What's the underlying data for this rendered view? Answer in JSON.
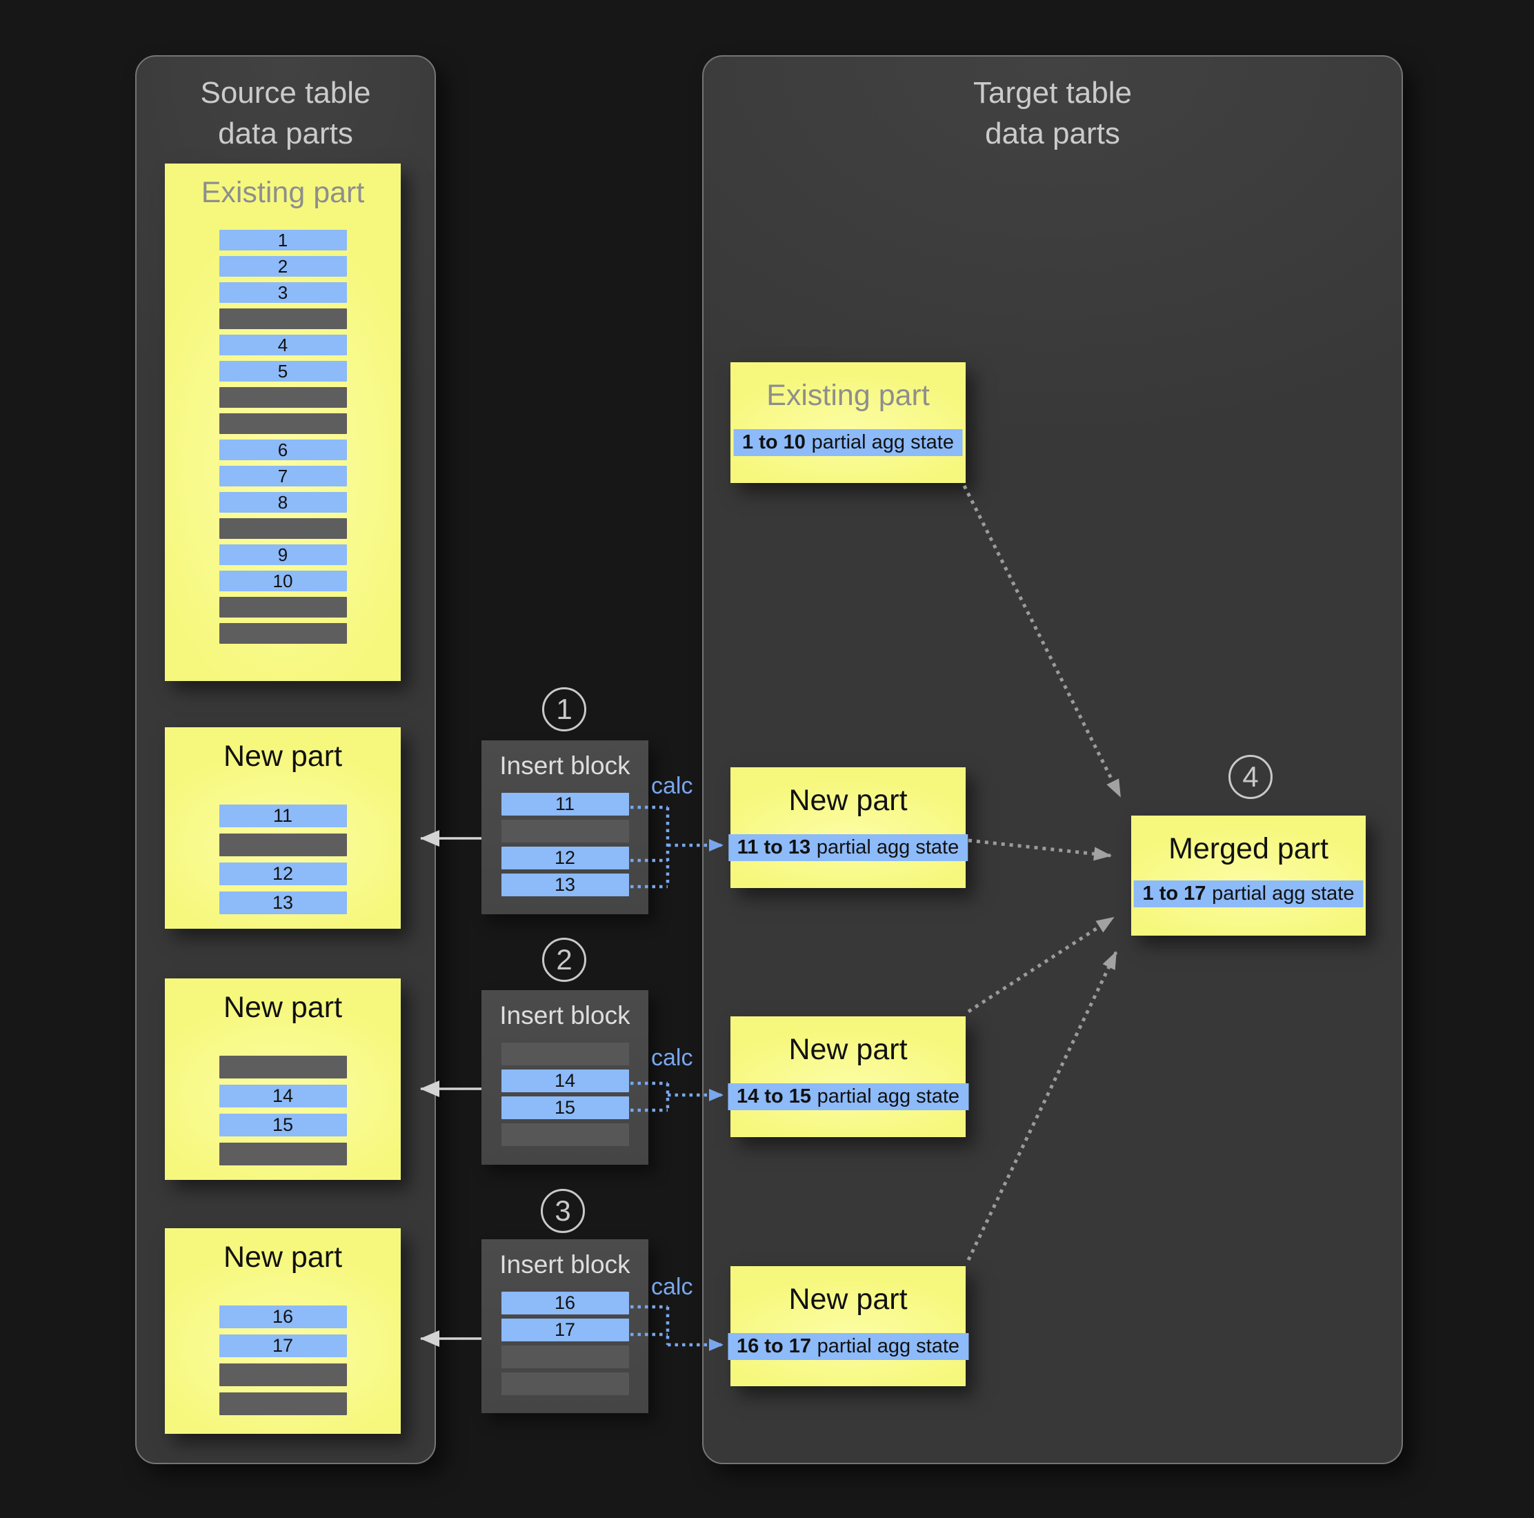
{
  "source_panel": {
    "title_line1": "Source table",
    "title_line2": "data parts",
    "parts": [
      {
        "title": "Existing part",
        "muted": true,
        "rows": [
          "1",
          "2",
          "3",
          null,
          "4",
          "5",
          null,
          null,
          "6",
          "7",
          "8",
          null,
          "9",
          "10",
          null,
          null
        ]
      },
      {
        "title": "New part",
        "muted": false,
        "rows": [
          "11",
          null,
          "12",
          "13"
        ]
      },
      {
        "title": "New part",
        "muted": false,
        "rows": [
          null,
          "14",
          "15",
          null
        ]
      },
      {
        "title": "New part",
        "muted": false,
        "rows": [
          "16",
          "17",
          null,
          null
        ]
      }
    ]
  },
  "insert_blocks": [
    {
      "step": "1",
      "title": "Insert block",
      "calc": "calc",
      "rows": [
        "11",
        null,
        "12",
        "13"
      ]
    },
    {
      "step": "2",
      "title": "Insert block",
      "calc": "calc",
      "rows": [
        null,
        "14",
        "15",
        null
      ]
    },
    {
      "step": "3",
      "title": "Insert block",
      "calc": "calc",
      "rows": [
        "16",
        "17",
        null,
        null
      ]
    }
  ],
  "target_panel": {
    "title_line1": "Target table",
    "title_line2": "data parts",
    "parts": [
      {
        "title": "Existing part",
        "muted": true,
        "state_range": "1 to 10",
        "state_text": "partial agg state"
      },
      {
        "title": "New part",
        "muted": false,
        "state_range": "11 to 13",
        "state_text": "partial agg state"
      },
      {
        "title": "New part",
        "muted": false,
        "state_range": "14 to 15",
        "state_text": "partial agg state"
      },
      {
        "title": "New part",
        "muted": false,
        "state_range": "16 to 17",
        "state_text": "partial agg state"
      }
    ],
    "merged_part": {
      "step": "4",
      "title": "Merged part",
      "state_range": "1 to 17",
      "state_text": "partial agg state"
    }
  },
  "colors": {
    "background": "#171717",
    "panel_bg": "#3a3a3a",
    "panel_border": "#757575",
    "yellow_box": "#f6f87e",
    "blue_row": "#8dbaf8",
    "gray_row": "#5e5e5e",
    "insert_block_bg": "#484848",
    "calc_blue": "#79a7ee",
    "dotted_gray": "#9b9b9b",
    "arrow_light": "#d4d4d4"
  }
}
